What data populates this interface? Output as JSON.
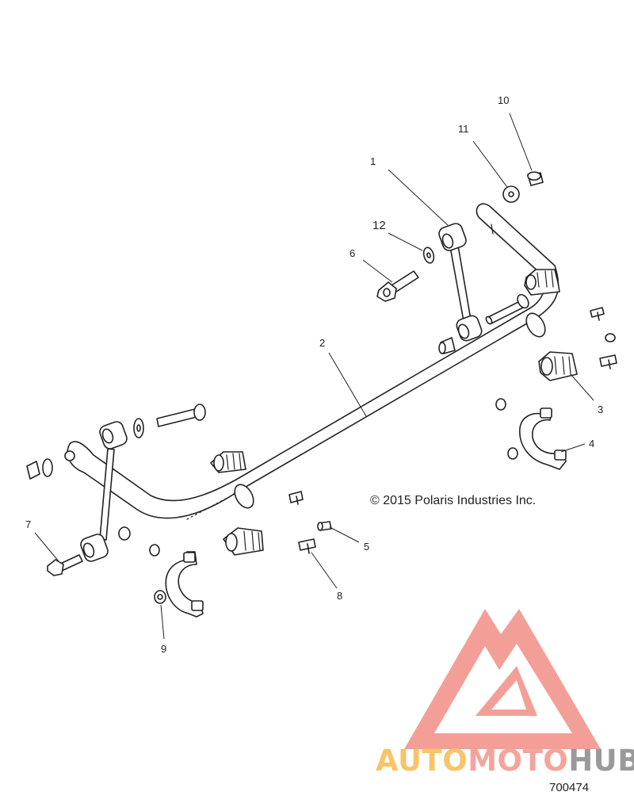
{
  "callouts": {
    "c1": "1",
    "c2": "2",
    "c3": "3",
    "c4": "4",
    "c5": "5",
    "c6": "6",
    "c7": "7",
    "c8": "8",
    "c9": "9",
    "c10": "10",
    "c11": "11",
    "c12": "12"
  },
  "copyright": "© 2015 Polaris Industries Inc.",
  "drawing_number": "700474",
  "watermark": {
    "text_part1": "AUTO",
    "text_part2": "MOTO",
    "text_part3": "HUB",
    "colors": {
      "auto": "#f6c46a",
      "moto": "#f3a49d",
      "hub": "#9a9a9a",
      "logo": "#f39a93"
    }
  }
}
